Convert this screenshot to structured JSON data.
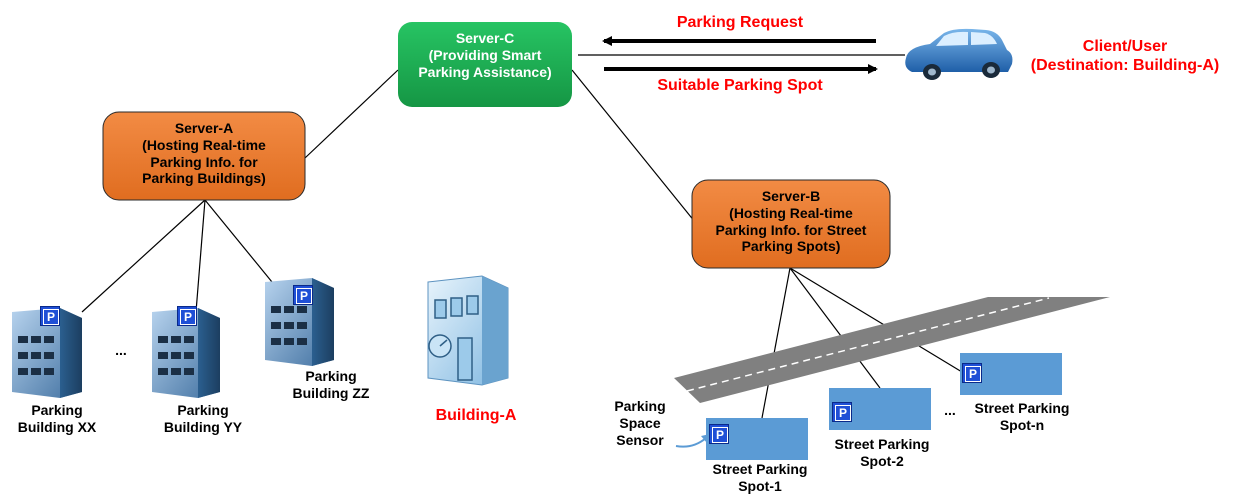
{
  "colors": {
    "server_c": "#1fab54",
    "server_orange": "#ed7d31",
    "arrow_text": "#ff0000",
    "street_spot": "#5b9bd5",
    "road": "#7f7f7f",
    "parking_badge": "#1f4fd6"
  },
  "servers": {
    "c": {
      "label": "Server-C\n(Providing Smart\nParking Assistance)"
    },
    "a": {
      "label": "Server-A\n(Hosting Real-time\nParking Info. for\nParking Buildings)"
    },
    "b": {
      "label": "Server-B\n(Hosting Real-time\nParking Info. for Street\nParking Spots)"
    }
  },
  "arrows": {
    "request": "Parking Request",
    "response": "Suitable Parking Spot"
  },
  "client": {
    "label": "Client/User\n(Destination: Building-A)",
    "icon": "car-icon"
  },
  "buildings": {
    "xx": "Parking\nBuilding XX",
    "yy": "Parking\nBuilding YY",
    "zz": "Parking\nBuilding ZZ",
    "ellipsis": "...",
    "destination": "Building-A"
  },
  "street": {
    "spot1": "Street Parking\nSpot-1",
    "spot2": "Street Parking\nSpot-2",
    "spotn": "Street Parking\nSpot-n",
    "ellipsis": "...",
    "sensor": "Parking\nSpace\nSensor"
  },
  "badge": "P"
}
